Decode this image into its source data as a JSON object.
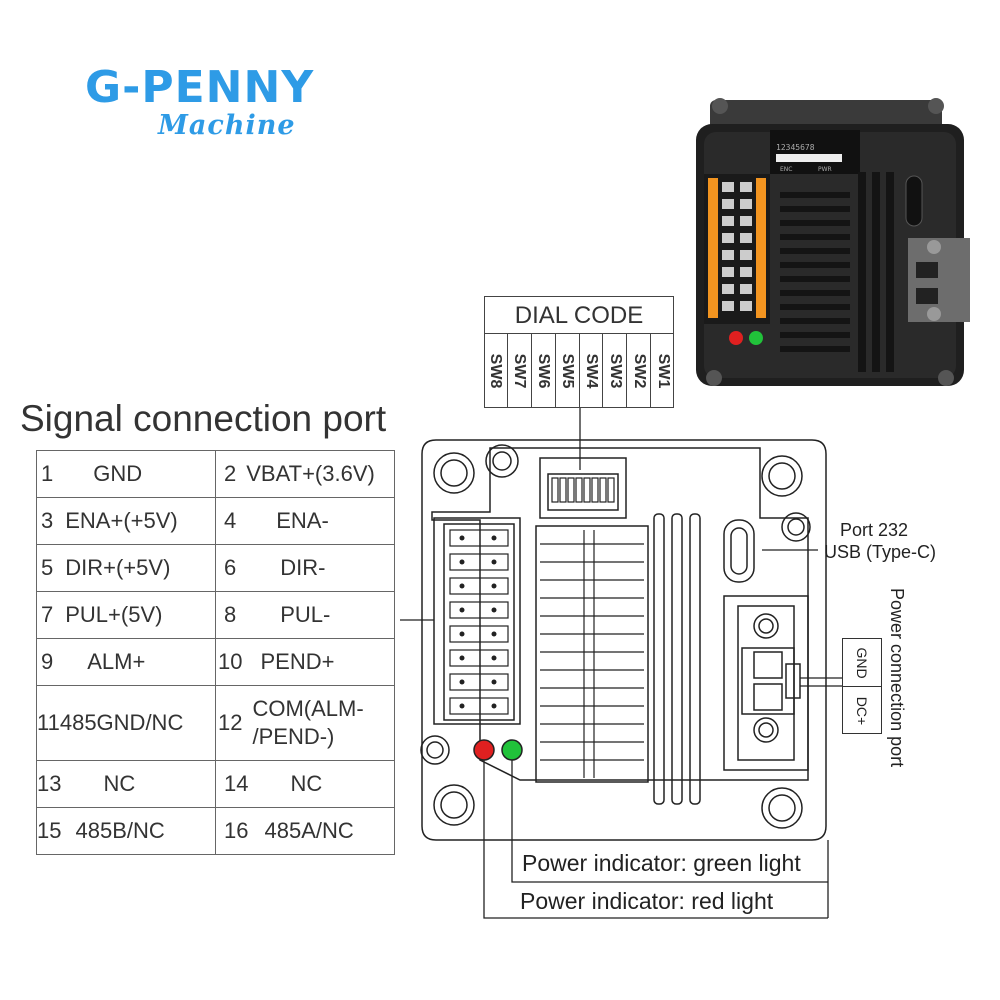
{
  "logo": {
    "main": "G-PENNY",
    "sub": "Machine"
  },
  "signal_port": {
    "title": "Signal connection port",
    "rows": [
      [
        {
          "num": "1",
          "name": "GND"
        },
        {
          "num": "2",
          "name": "VBAT+(3.6V)"
        }
      ],
      [
        {
          "num": "3",
          "name": "ENA+(+5V)"
        },
        {
          "num": "4",
          "name": "ENA-"
        }
      ],
      [
        {
          "num": "5",
          "name": "DIR+(+5V)"
        },
        {
          "num": "6",
          "name": "DIR-"
        }
      ],
      [
        {
          "num": "7",
          "name": "PUL+(5V)"
        },
        {
          "num": "8",
          "name": "PUL-"
        }
      ],
      [
        {
          "num": "9",
          "name": "ALM+"
        },
        {
          "num": "10",
          "name": "PEND+"
        }
      ],
      [
        {
          "num": "11",
          "name": "485GND/NC"
        },
        {
          "num": "12",
          "name": "COM(ALM-\n/PEND-)"
        }
      ],
      [
        {
          "num": "13",
          "name": "NC"
        },
        {
          "num": "14",
          "name": "NC"
        }
      ],
      [
        {
          "num": "15",
          "name": "485B/NC"
        },
        {
          "num": "16",
          "name": "485A/NC"
        }
      ]
    ]
  },
  "dial_code": {
    "title": "DIAL CODE",
    "switches": [
      "SW8",
      "SW7",
      "SW6",
      "SW5",
      "SW4",
      "SW3",
      "SW2",
      "SW1"
    ]
  },
  "usb_port": {
    "line1": "Port 232",
    "line2": "USB (Type-C)"
  },
  "power_port": {
    "title": "Power connection port",
    "pins": [
      "GND",
      "DC+"
    ]
  },
  "indicators": {
    "green": "Power indicator: green light",
    "red": "Power indicator: red light"
  },
  "product_photo": {
    "dip_numbers": "12345678",
    "dip_left": "ENC",
    "dip_right": "PWR"
  },
  "colors": {
    "brand": "#2e9be6",
    "led_red": "#e02020",
    "led_green": "#21c23a",
    "terminal_orange": "#f29420"
  }
}
